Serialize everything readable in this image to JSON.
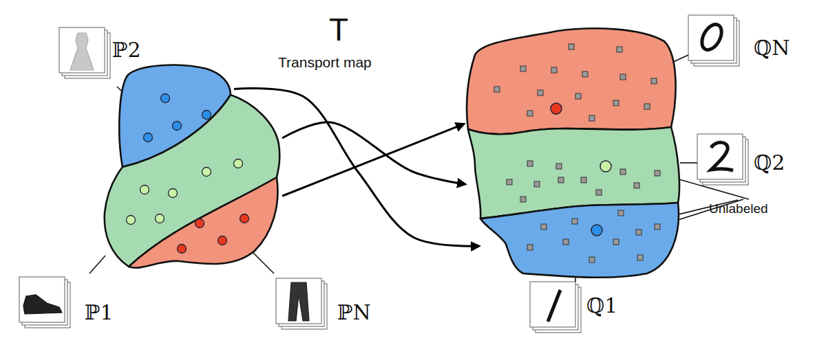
{
  "diagram": {
    "nodes": [
      {
        "text": [
          "ℙ2"
        ]
      },
      {
        "text": [
          "ℙ1"
        ]
      },
      {
        "text": [
          "ℙN"
        ]
      },
      {
        "text": [
          "ℚN"
        ]
      },
      {
        "text": [
          "ℚ2"
        ]
      },
      {
        "text": [
          "ℚ1"
        ]
      }
    ],
    "edges": [
      {
        "from": 0,
        "to": 5,
        "arrow": "to"
      },
      {
        "from": 1,
        "to": 4,
        "arrow": "to"
      },
      {
        "from": 2,
        "to": 3,
        "arrow": "to"
      }
    ],
    "labels": [
      "T",
      "Transport map",
      "Unlabeled"
    ]
  }
}
